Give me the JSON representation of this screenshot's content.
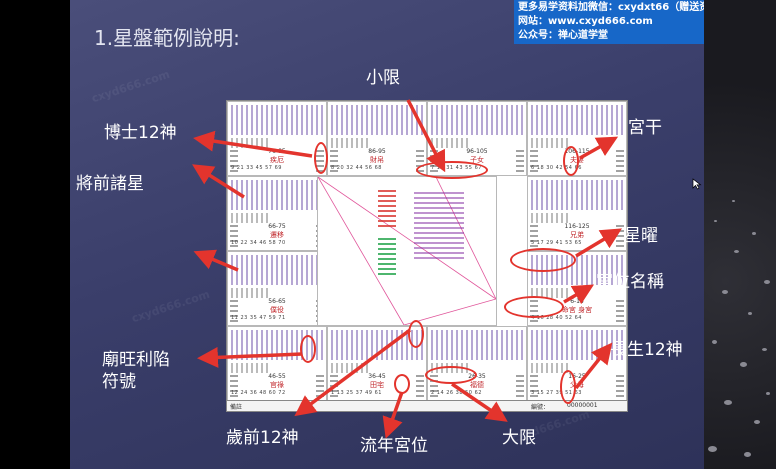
{
  "slide": {
    "title": "1.星盤範例說明:",
    "watermark": "cxyd666.com"
  },
  "banner": {
    "line1": "更多易学资料加微信：cxydxt66（赠送资料",
    "line2": "网站：www.cxyd666.com",
    "line3": "公众号：禅心道学堂"
  },
  "callouts": {
    "xiaoxian": "小限",
    "boshi": "博士12神",
    "jiangqian": "將前諸星",
    "gonggan": "宮干",
    "xingyao": "星曜",
    "gongwei": "宮位名稱",
    "changsheng": "長生12神",
    "miaowang_1": "廟旺利陷",
    "miaowang_2": "符號",
    "suiqian": "歲前12神",
    "liunian": "流年宮位",
    "daxian": "大限"
  },
  "chart": {
    "cells": [
      {
        "dx": "76-85",
        "pn": "疾厄",
        "ln": "9 21 33 45 57 69"
      },
      {
        "dx": "86-95",
        "pn": "財帛",
        "ln": "8 20 32 44 56 68"
      },
      {
        "dx": "96-105",
        "pn": "子女",
        "ln": "7 19 31 43 55 67"
      },
      {
        "dx": "106-115",
        "pn": "夫妻",
        "ln": "6 18 30 42 54 66"
      },
      {
        "dx": "66-75",
        "pn": "遷移",
        "ln": "10 22 34 46 58 70"
      },
      {
        "dx": "116-125",
        "pn": "兄弟",
        "ln": "5 17 29 41 53 65"
      },
      {
        "dx": "56-65",
        "pn": "僕役",
        "ln": "11 23 35 47 59 71"
      },
      {
        "dx": "6-15",
        "pn": "命宮 身宮",
        "ln": "4 16 28 40 52 64"
      },
      {
        "dx": "46-55",
        "pn": "官祿",
        "ln": "12 24 36 48 60 72"
      },
      {
        "dx": "36-45",
        "pn": "田宅",
        "ln": "1 13 25 37 49 61"
      },
      {
        "dx": "26-35",
        "pn": "福德",
        "ln": "2 14 26 38 50 62"
      },
      {
        "dx": "16-25",
        "pn": "父母",
        "ln": "3 15 27 39 51 63"
      }
    ],
    "footer_left": "備註",
    "footer_right": "編號：",
    "footer_code": "00000001"
  },
  "colors": {
    "annotation": "#e3342d",
    "slide_bg": "#3f4370",
    "banner_bg": "#1767c8"
  }
}
